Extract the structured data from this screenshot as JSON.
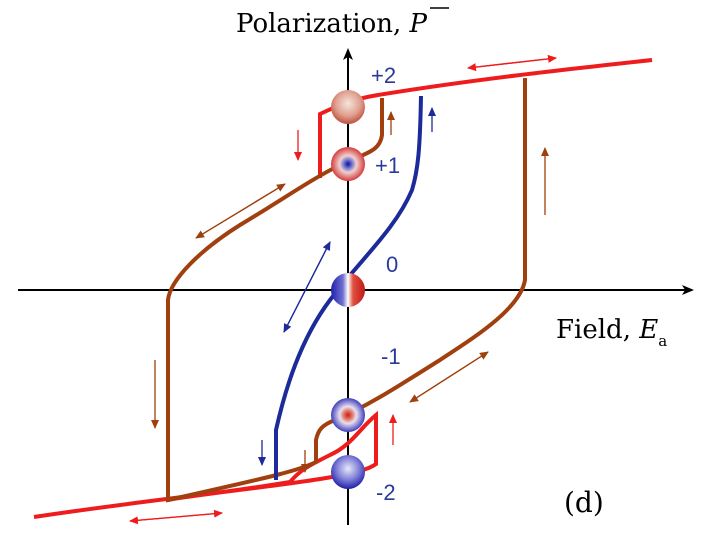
{
  "axes": {
    "y_label": "Polarization, ",
    "y_symbol": "P",
    "x_label": "Field, ",
    "x_symbol": "E",
    "x_subscript": "a"
  },
  "levels": {
    "plus2": "+2",
    "plus1": "+1",
    "zero": "0",
    "minus1": "-1",
    "minus2": "-2"
  },
  "panel_label": "(d)",
  "colors": {
    "outer_loop": "#ee1c1c",
    "middle_loop": "#a0400f",
    "inner_loop": "#1c2a9a",
    "level_text": "#2a3a9a",
    "axis": "#000000"
  }
}
